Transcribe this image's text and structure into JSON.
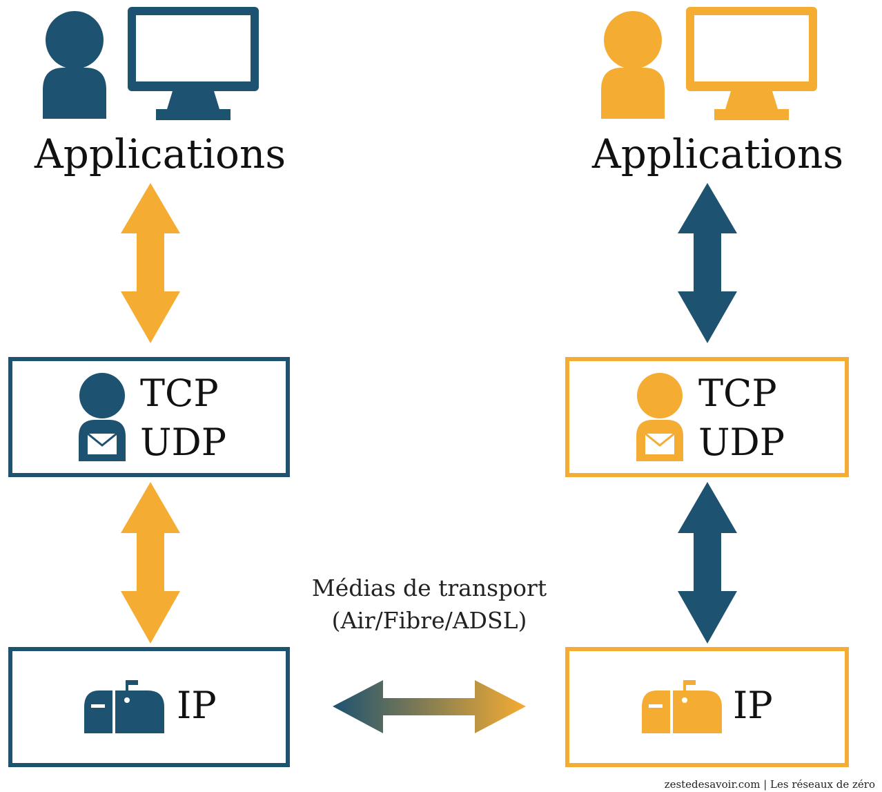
{
  "colors": {
    "left": "#1d5270",
    "right": "#f4ac33",
    "text": "#111111"
  },
  "left_stack": {
    "application_label": "Applications",
    "transport_labels": [
      "TCP",
      "UDP"
    ],
    "network_label": "IP",
    "icons": [
      "person-icon",
      "monitor-icon",
      "person-mail-icon",
      "mailbox-icon"
    ]
  },
  "right_stack": {
    "application_label": "Applications",
    "transport_labels": [
      "TCP",
      "UDP"
    ],
    "network_label": "IP",
    "icons": [
      "person-icon",
      "monitor-icon",
      "person-mail-icon",
      "mailbox-icon"
    ]
  },
  "link": {
    "line1": "Médias de transport",
    "line2": "(Air/Fibre/ADSL)"
  },
  "credit": "zestedesavoir.com | Les réseaux de zéro"
}
